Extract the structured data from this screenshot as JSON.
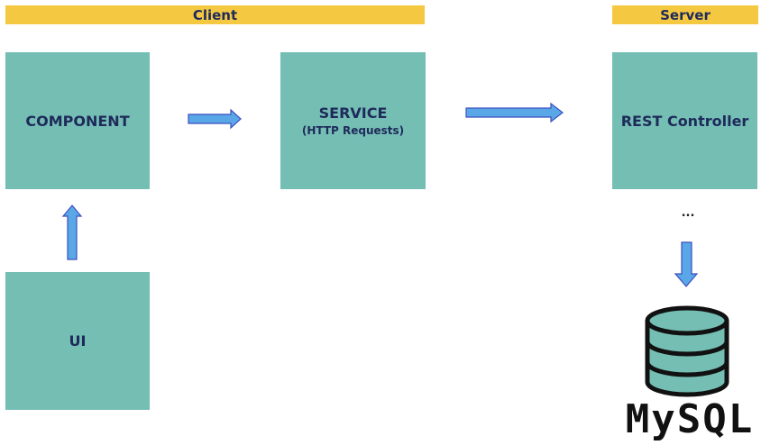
{
  "headers": {
    "client": "Client",
    "server": "Server"
  },
  "boxes": {
    "component": "COMPONENT",
    "service_title": "SERVICE",
    "service_subtitle": "(HTTP Requests)",
    "rest_controller": "REST Controller",
    "ui": "UI"
  },
  "ellipsis": "...",
  "database": {
    "label": "MySQL",
    "icon": "database-icon"
  },
  "colors": {
    "header_bar": "#f5c842",
    "box_fill": "#75beb4",
    "text": "#1e2a5a",
    "arrow_fill": "#5aa7e8",
    "arrow_stroke": "#3b4fbf"
  }
}
